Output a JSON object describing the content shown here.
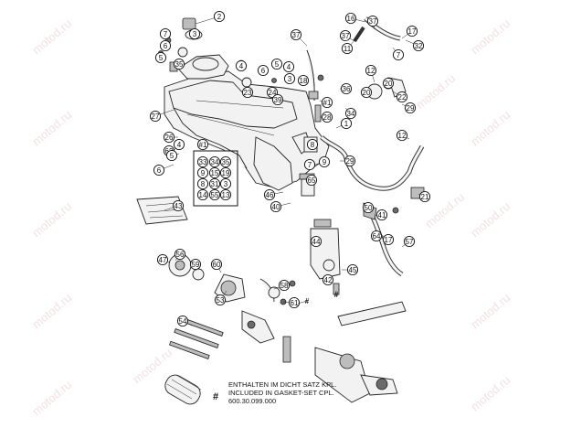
{
  "watermark": "motod.ru",
  "callout_labels": [
    "2",
    "3",
    "7",
    "6",
    "5",
    "35",
    "37",
    "16",
    "37",
    "11",
    "37",
    "17",
    "32",
    "7",
    "4",
    "6",
    "5",
    "4",
    "3",
    "18",
    "12",
    "20",
    "22",
    "20",
    "36",
    "34",
    "23",
    "24",
    "39",
    "#1",
    "28",
    "1",
    "12",
    "29",
    "27",
    "26",
    "62",
    "#1",
    "4",
    "5",
    "6",
    "7",
    "8",
    "9",
    "29",
    "33",
    "34",
    "35",
    "9",
    "15",
    "19",
    "8",
    "31",
    "3",
    "14",
    "55",
    "13",
    "46",
    "65",
    "40",
    "50",
    "21",
    "41",
    "43",
    "64",
    "44",
    "17",
    "56",
    "47",
    "59",
    "60",
    "57",
    "45",
    "42",
    "58",
    "53",
    "61",
    "#",
    "#",
    "54"
  ],
  "gasket_note": {
    "hash": "#",
    "line1": "ENTHALTEN IM DICHT SATZ KPL.",
    "line2": "INCLUDED IN GASKET-SET CPL.",
    "line3": "600.30.099.000"
  }
}
